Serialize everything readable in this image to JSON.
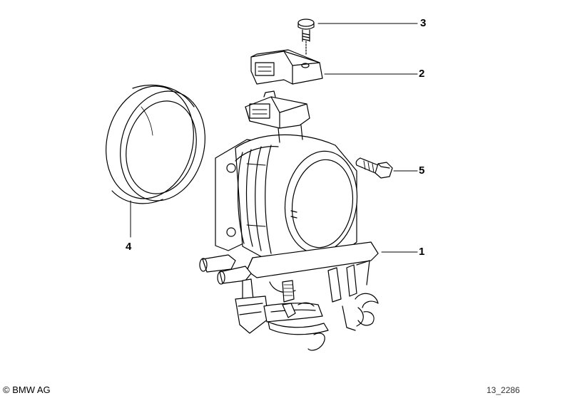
{
  "callouts": {
    "part_1": "1",
    "part_2": "2",
    "part_3": "3",
    "part_4": "4",
    "part_5": "5"
  },
  "footer": {
    "copyright": "© BMW AG",
    "drawing_number": "13_2286"
  },
  "colors": {
    "line": "#000000",
    "background": "#ffffff"
  }
}
